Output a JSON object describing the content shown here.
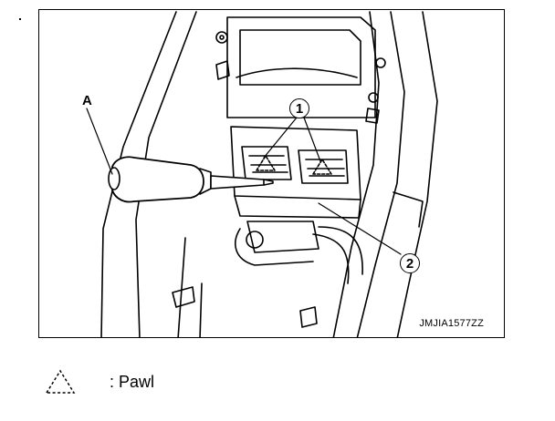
{
  "figure": {
    "callouts": {
      "tool": "A",
      "part_1": "1",
      "part_2": "2"
    },
    "reference_code": "JMJIA1577ZZ",
    "line_color": "#000000",
    "background_color": "#ffffff"
  },
  "legend": {
    "symbol_icon": "dashed-triangle-icon",
    "text": ": Pawl"
  }
}
